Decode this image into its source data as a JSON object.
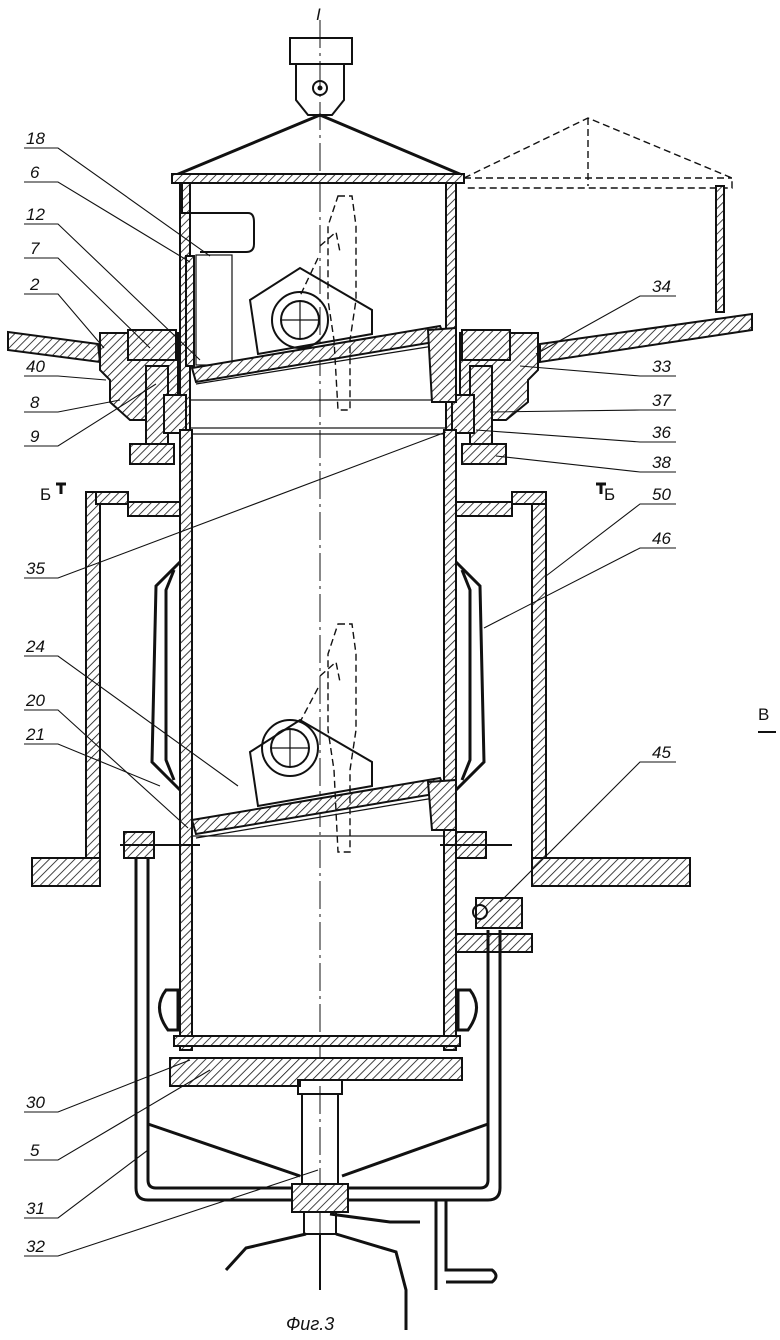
{
  "figure": {
    "caption": "Фиг.3",
    "top_label": "I",
    "view_label": "В",
    "section_left": "Б",
    "section_right": "Б"
  },
  "callouts": [
    {
      "id": "18",
      "text": "18"
    },
    {
      "id": "6",
      "text": "6"
    },
    {
      "id": "12",
      "text": "12"
    },
    {
      "id": "7",
      "text": "7"
    },
    {
      "id": "2",
      "text": "2"
    },
    {
      "id": "40",
      "text": "40"
    },
    {
      "id": "8",
      "text": "8"
    },
    {
      "id": "9",
      "text": "9"
    },
    {
      "id": "35",
      "text": "35"
    },
    {
      "id": "24",
      "text": "24"
    },
    {
      "id": "20",
      "text": "20"
    },
    {
      "id": "21",
      "text": "21"
    },
    {
      "id": "30",
      "text": "30"
    },
    {
      "id": "5",
      "text": "5"
    },
    {
      "id": "31",
      "text": "31"
    },
    {
      "id": "32",
      "text": "32"
    },
    {
      "id": "34",
      "text": "34"
    },
    {
      "id": "33",
      "text": "33"
    },
    {
      "id": "37",
      "text": "37"
    },
    {
      "id": "36",
      "text": "36"
    },
    {
      "id": "38",
      "text": "38"
    },
    {
      "id": "50",
      "text": "50"
    },
    {
      "id": "46",
      "text": "46"
    },
    {
      "id": "45",
      "text": "45"
    }
  ]
}
